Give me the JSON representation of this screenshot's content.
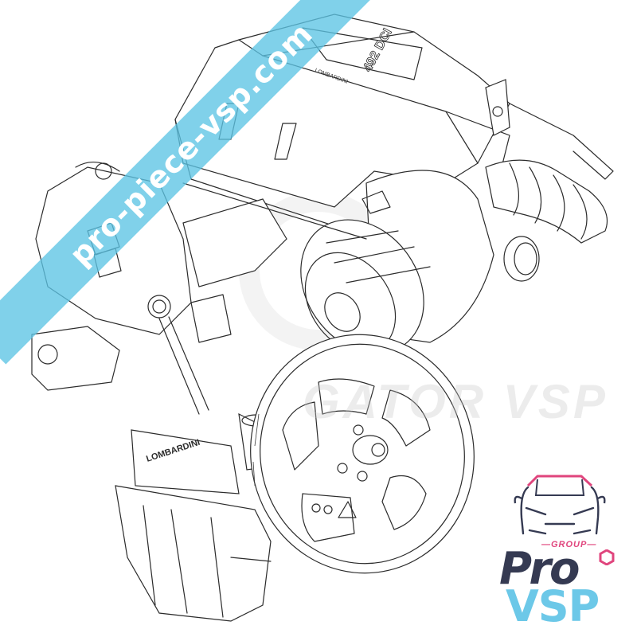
{
  "image": {
    "subject": "Line drawing of a diesel engine (Lombardini) with flywheel, intake cover and air hose",
    "background_color": "#ffffff",
    "line_color": "#2b2b2b"
  },
  "engine_labels": {
    "cover_badge": "492 DCI",
    "cover_brand": "LOMBARDINI",
    "plate_brand": "LOMBARDINI"
  },
  "watermark": {
    "banner_text": "pro-piece-vsp.com",
    "banner_color": "#5cc4e4",
    "ghost_text": "GATOR VSP"
  },
  "logo": {
    "group_label": "—GROUP—",
    "line1": "Pro",
    "line2": "VSP",
    "colors": {
      "pro": "#353a52",
      "vsp": "#6cc8e8",
      "accent": "#e0457d"
    }
  }
}
